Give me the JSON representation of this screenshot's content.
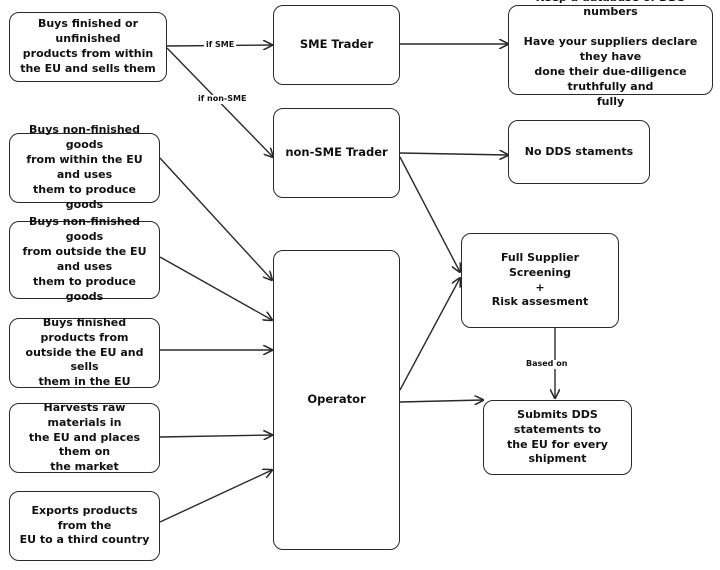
{
  "nodes": {
    "buys_eu_sells": "Buys finished or unfinished\nproducts from within\nthe EU and sells them",
    "sme_trader": "SME Trader",
    "dds_database": "Keep a database of DDS numbers\n\nHave your suppliers declare they have\ndone their due-diligence truthfully and\nfully",
    "non_sme_trader": "non-SME Trader",
    "no_dds": "No DDS staments",
    "buys_nonfinished_within": "Buys non-finished goods\nfrom within the EU and uses\nthem to produce goods",
    "buys_nonfinished_outside": "Buys non-finished goods\nfrom outside the EU and uses\nthem to produce goods",
    "full_screening": "Full Supplier Screening\n+\nRisk assesment",
    "buys_finished_outside": "Buys finished products from\noutside the EU and sells\nthem in the EU",
    "operator": "Operator",
    "harvests": "Harvests raw materials in\nthe EU and places them on\nthe market",
    "submits_dds": "Submits DDS statements to\nthe EU for every shipment",
    "exports": "Exports products from the\nEU to a third country"
  },
  "edge_labels": {
    "if_sme": "if SME",
    "if_non_sme": "if non-SME",
    "based_on": "Based on"
  },
  "colors": {
    "stroke": "#2a2a2a",
    "fill": "#ffffff",
    "text": "#111111"
  }
}
